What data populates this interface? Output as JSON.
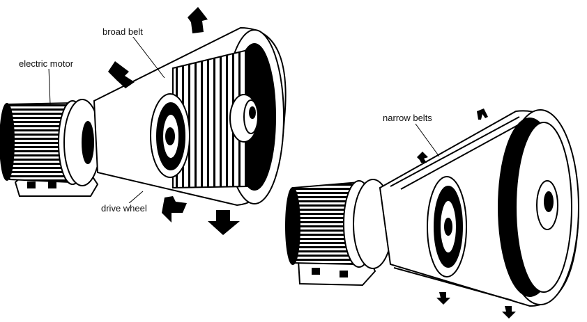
{
  "labels": {
    "broad_belt": "broad belt",
    "electric_motor": "electric motor",
    "drive_wheel": "drive wheel",
    "narrow_belts": "narrow belts"
  },
  "colors": {
    "ink": "#000000",
    "paper": "#ffffff"
  },
  "icons": [
    "motion-arrow-icon"
  ]
}
